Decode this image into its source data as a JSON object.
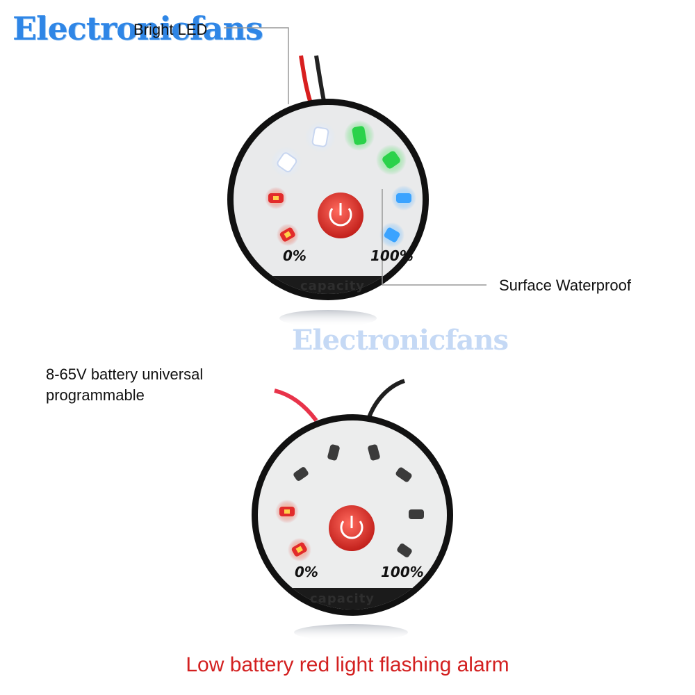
{
  "brand": {
    "logo_text": "Electronicfans",
    "watermark_text": "Electronicfans"
  },
  "callouts": {
    "bright_led": "Bright LED",
    "surface_waterproof": "Surface Waterproof",
    "battery_line1": "8-65V battery universal",
    "battery_line2": "programmable"
  },
  "caption": "Low battery red light flashing alarm",
  "meter_top": {
    "label_min": "0%",
    "label_max": "100%",
    "label_band": "capacity"
  },
  "meter_bottom": {
    "label_min": "0%",
    "label_max": "100%",
    "label_band": "capacity"
  },
  "colors": {
    "red": "#e22b2b",
    "white": "#f4f8ff",
    "green": "#2bd24a",
    "blue": "#3aa3ff",
    "off": "#3b3b3b",
    "button": "#e0302c"
  }
}
